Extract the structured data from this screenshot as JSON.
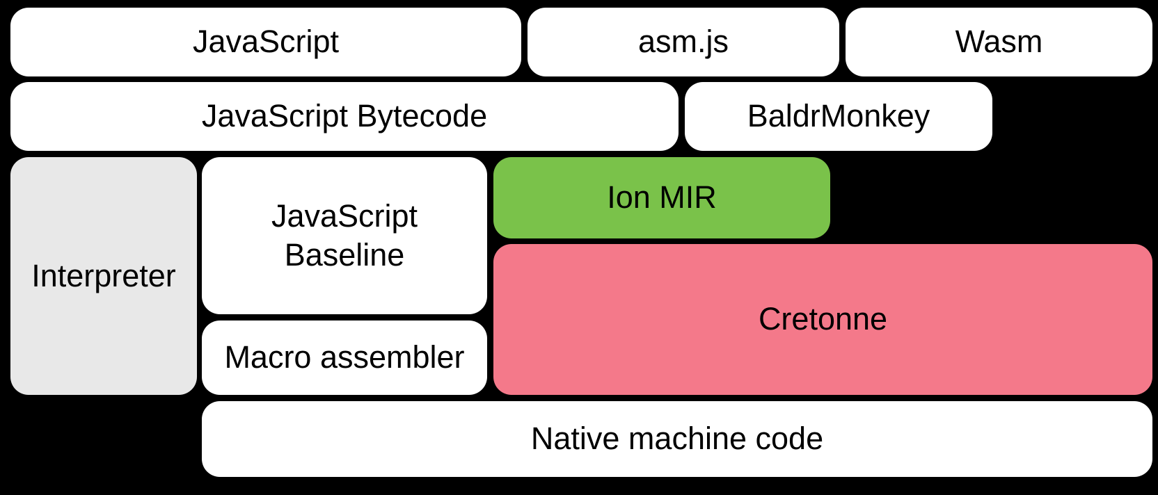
{
  "diagram": {
    "background_color": "#000000",
    "text_color": "#000000",
    "colors": {
      "box_default": "#ffffff",
      "interpreter": "#e8e8e8",
      "ion_mir": "#7ac24a",
      "cretonne": "#f4798a"
    },
    "boxes": [
      {
        "id": "javascript",
        "label": "JavaScript"
      },
      {
        "id": "asm-js",
        "label": "asm.js"
      },
      {
        "id": "wasm",
        "label": "Wasm"
      },
      {
        "id": "javascript-bytecode",
        "label": "JavaScript Bytecode"
      },
      {
        "id": "baldrmonkey",
        "label": "BaldrMonkey"
      },
      {
        "id": "interpreter",
        "label": "Interpreter"
      },
      {
        "id": "javascript-baseline",
        "label": "JavaScript Baseline"
      },
      {
        "id": "ion-mir",
        "label": "Ion MIR"
      },
      {
        "id": "cretonne",
        "label": "Cretonne"
      },
      {
        "id": "macro-assembler",
        "label": "Macro assembler"
      },
      {
        "id": "native-machine-code",
        "label": "Native machine code"
      }
    ]
  }
}
